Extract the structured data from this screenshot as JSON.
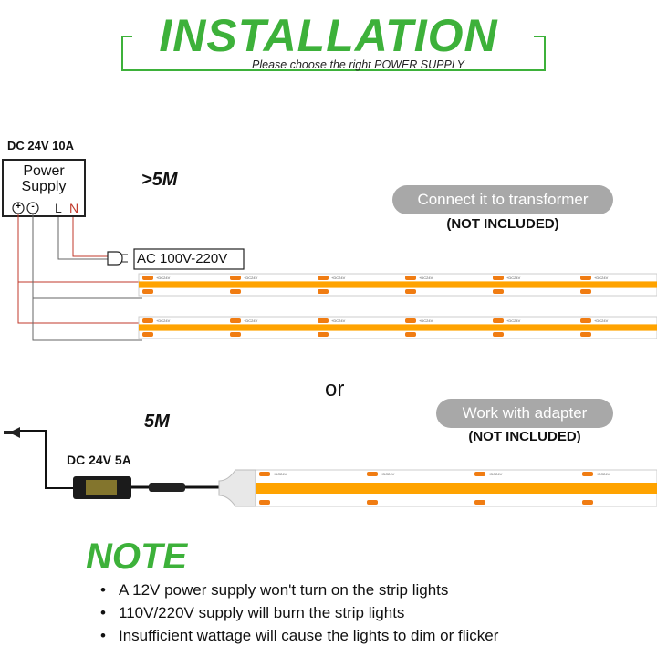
{
  "header": {
    "title": "INSTALLATION",
    "subtitle": "Please choose the right POWER SUPPLY"
  },
  "option_1": {
    "power_rating": "DC 24V 10A",
    "power_box_label_1": "Power",
    "power_box_label_2": "Supply",
    "terminal_plus": "+",
    "terminal_minus": "-",
    "terminal_l": "L",
    "terminal_n": "N",
    "length": ">5M",
    "ac_label": "AC 100V-220V",
    "pill": "Connect it to transformer",
    "not_included": "(NOT INCLUDED)"
  },
  "separator": "or",
  "option_2": {
    "length": "5M",
    "adapter_rating": "DC 24V 5A",
    "pill": "Work with adapter",
    "not_included": "(NOT INCLUDED)"
  },
  "strip_marking": "+DC24V",
  "note": {
    "title": "NOTE",
    "items": [
      "A 12V power supply won't turn on the strip lights",
      "110V/220V supply will burn the strip lights",
      "Insufficient wattage will cause the lights to dim or flicker"
    ]
  },
  "colors": {
    "accent_green": "#3db13a",
    "strip_orange": "#ffa300",
    "pad_orange": "#f07c12",
    "pill_gray": "#a8a8a8",
    "wire_red": "#c0392b"
  }
}
